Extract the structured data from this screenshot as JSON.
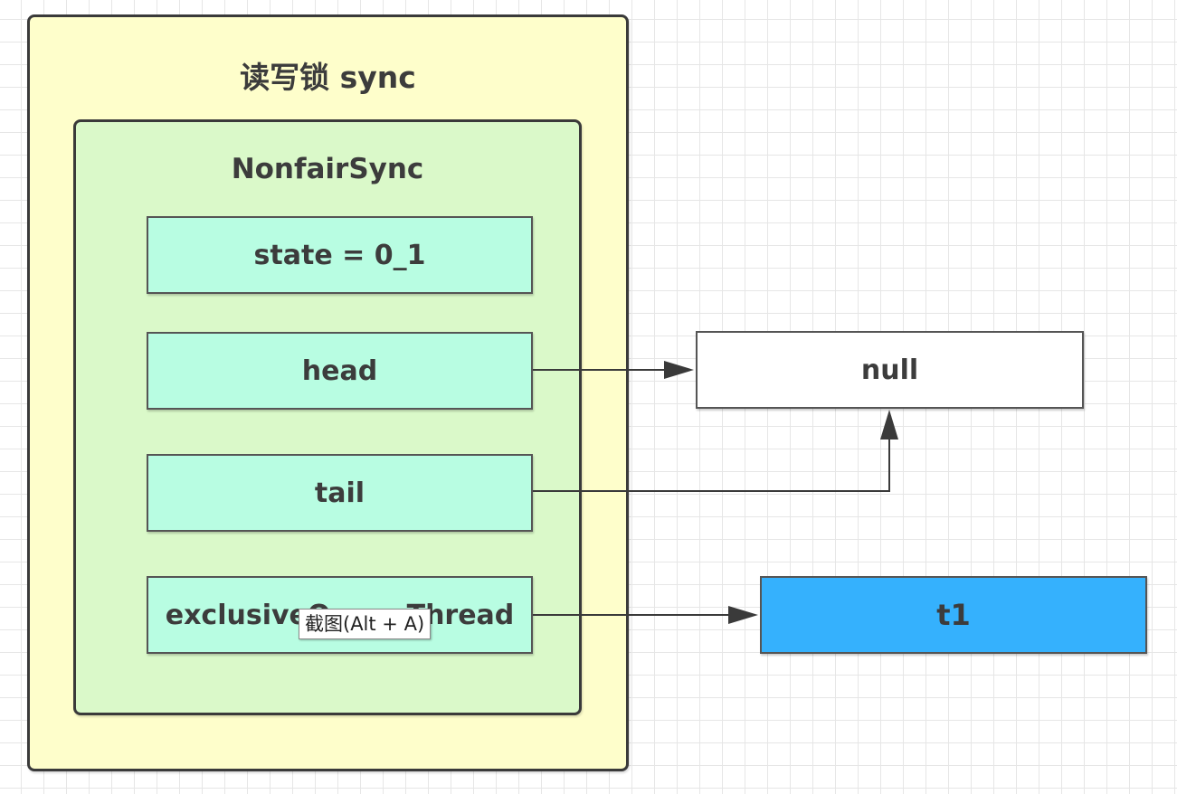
{
  "diagram": {
    "outer_title": "读写锁 sync",
    "inner_title": "NonfairSync",
    "fields": {
      "state": "state = 0_1",
      "head": "head",
      "tail": "tail",
      "owner": "exclusiveOwnerThread"
    },
    "nodes": {
      "null": "null",
      "t1": "t1"
    },
    "edges": [
      {
        "from": "head",
        "to": "null"
      },
      {
        "from": "tail",
        "to": "null"
      },
      {
        "from": "exclusiveOwnerThread",
        "to": "t1"
      }
    ]
  },
  "tooltip": {
    "text": "截图(Alt + A)"
  },
  "colors": {
    "outer_fill": "#fefecb",
    "inner_fill": "#daf9c9",
    "field_fill": "#b8fde2",
    "t1_fill": "#35b1fd",
    "line": "#3a3a3a"
  }
}
